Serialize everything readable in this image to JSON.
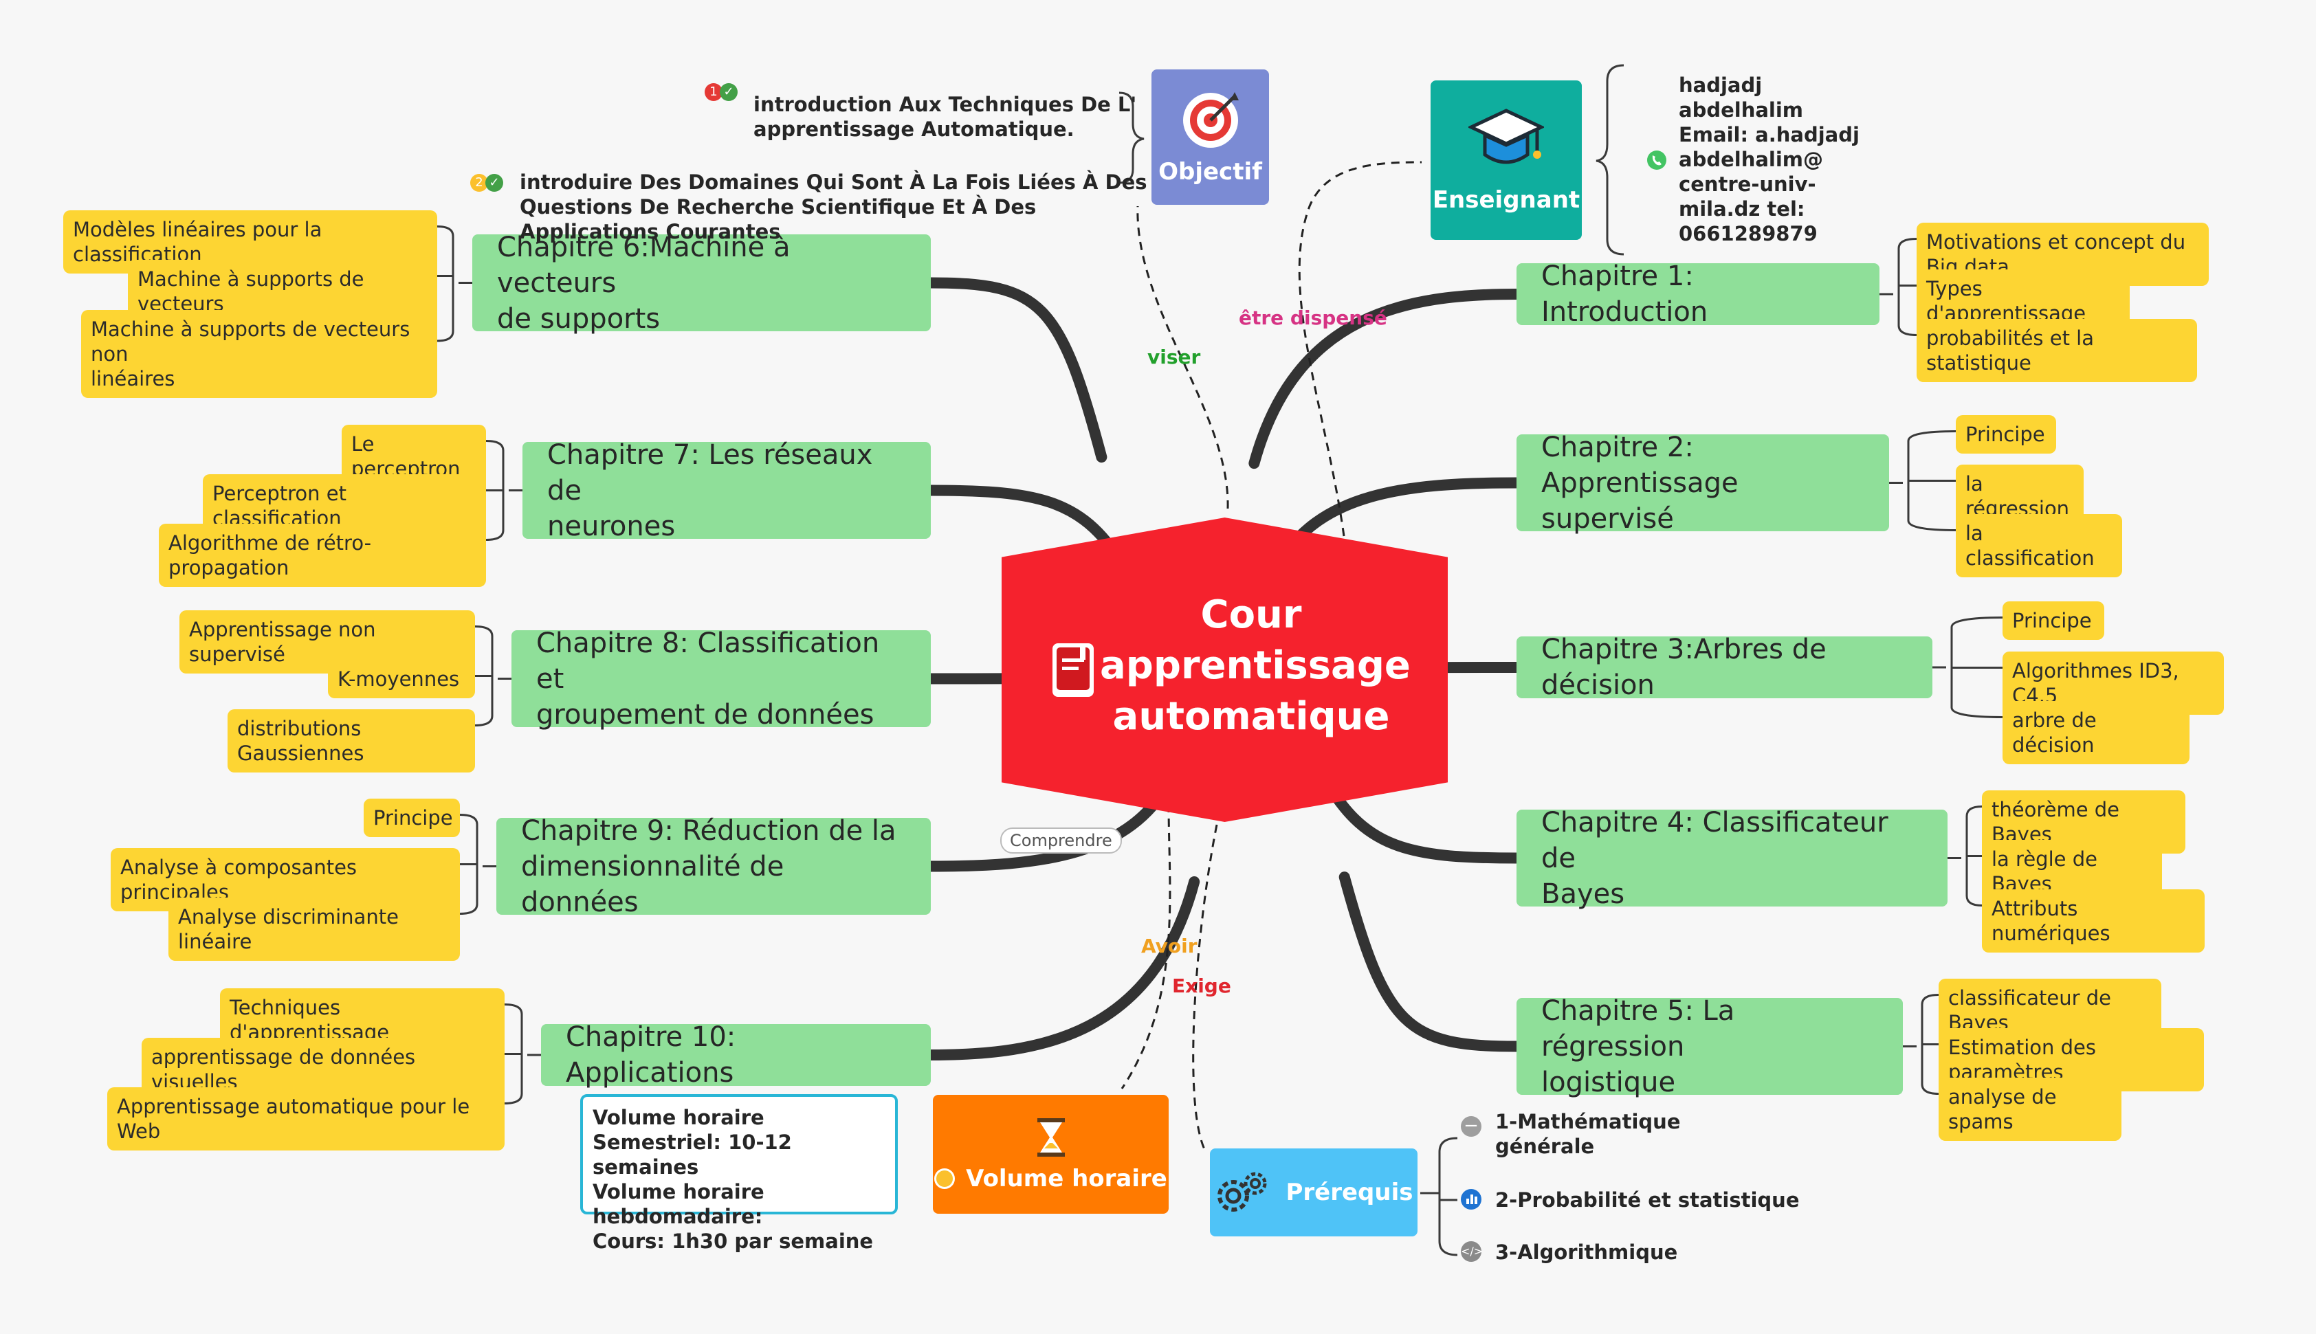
{
  "center": {
    "title": "Cour\napprentissage\nautomatique",
    "icon": "book-icon",
    "color": "#f5222d"
  },
  "chapters_right": [
    {
      "label": "Chapitre 1: Introduction",
      "items": [
        "Motivations et concept du Big data",
        "Types d'apprentissage",
        "probabilités et la statistique"
      ]
    },
    {
      "label": "Chapitre 2: Apprentissage\nsupervisé",
      "items": [
        "Principe",
        "la régression",
        "la classification"
      ]
    },
    {
      "label": "Chapitre 3:Arbres de décision",
      "items": [
        "Principe",
        "Algorithmes ID3, C4.5",
        "arbre de décision"
      ]
    },
    {
      "label": "Chapitre 4: Classificateur de\nBayes",
      "items": [
        "théorème de Bayes",
        "la règle de Bayes",
        "Attributs numériques"
      ]
    },
    {
      "label": "Chapitre 5: La régression\nlogistique",
      "items": [
        "classificateur de Bayes",
        "Estimation des paramètres",
        "analyse de spams"
      ]
    }
  ],
  "chapters_left": [
    {
      "label": "Chapitre 6:Machine à vecteurs\nde supports",
      "items": [
        "Modèles linéaires pour la classification",
        "Machine à supports de vecteurs",
        "Machine à supports de vecteurs non\nlinéaires"
      ]
    },
    {
      "label": "Chapitre 7: Les réseaux de\nneurones",
      "items": [
        "Le perceptron",
        "Perceptron et classification",
        "Algorithme de rétro-propagation"
      ]
    },
    {
      "label": "Chapitre 8: Classification et\ngroupement de données",
      "items": [
        "Apprentissage non supervisé",
        "K-moyennes",
        "distributions Gaussiennes"
      ]
    },
    {
      "label": "Chapitre 9: Réduction de la\ndimensionnalité de données",
      "items": [
        "Principe",
        "Analyse à composantes principales",
        "Analyse discriminante linéaire"
      ]
    },
    {
      "label": "Chapitre 10: Applications",
      "items": [
        "Techniques d'apprentissage",
        "apprentissage de données visuelles",
        "Apprentissage automatique pour le Web"
      ]
    }
  ],
  "objectif": {
    "label": "Objectif",
    "icon": "target-icon",
    "color": "#7b8bd4",
    "relation": "viser",
    "goals": [
      {
        "badge": "1",
        "text": "introduction Aux Techniques De L'\napprentissage Automatique."
      },
      {
        "badge": "2",
        "text": "introduire Des Domaines Qui Sont À La Fois Liées À Des\nQuestions De Recherche Scientifique  Et À Des\nApplications Courantes"
      }
    ]
  },
  "enseignant": {
    "label": "Enseignant",
    "icon": "graduation-cap-icon",
    "color": "#0fae9e",
    "relation": "être dispensé",
    "contact": "hadjadj\nabdelhalim\nEmail: a.hadjadj\nabdelhalim@\ncentre-univ-\nmila.dz tel:\n0661289879"
  },
  "volume": {
    "label": "Volume horaire",
    "icon": "hourglass-icon",
    "color": "#ff7a00",
    "relation": "Avoir",
    "details": "Volume horaire\n    Semestriel: 10-12 semaines\nVolume horaire hebdomadaire:\n    Cours: 1h30 par semaine"
  },
  "prerequis": {
    "label": "Prérequis",
    "icon": "gears-icon",
    "color": "#4fc3f7",
    "relation": "Exige",
    "items": [
      "1-Mathématique\ngénérale",
      "2-Probabilité et statistique",
      "3-Algorithmique"
    ]
  },
  "comprendre_label": "Comprendre",
  "colors": {
    "chapter": "#8fdf99",
    "leaf": "#fdd533",
    "branch": "#333333"
  }
}
